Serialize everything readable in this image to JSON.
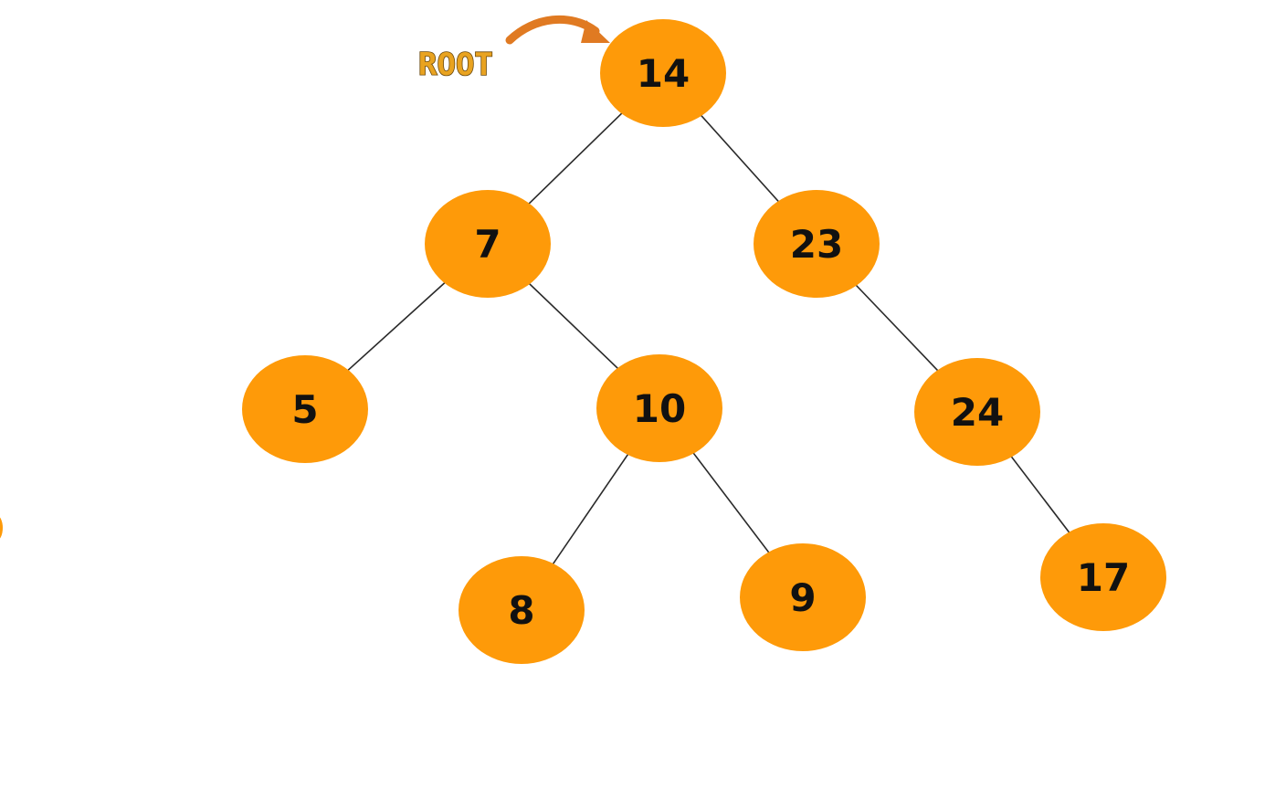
{
  "root_label": "ROOT",
  "colors": {
    "node_fill": "#fe9a09",
    "edge": "#2a2a2a",
    "arrow": "#e07a22",
    "label_text": "#111111",
    "root_label_fill": "#e9a320"
  },
  "tree": {
    "nodes": [
      {
        "id": "n14",
        "label": "14"
      },
      {
        "id": "n7",
        "label": "7"
      },
      {
        "id": "n23",
        "label": "23"
      },
      {
        "id": "n5",
        "label": "5"
      },
      {
        "id": "n10",
        "label": "10"
      },
      {
        "id": "n24",
        "label": "24"
      },
      {
        "id": "n8",
        "label": "8"
      },
      {
        "id": "n9",
        "label": "9"
      },
      {
        "id": "n17",
        "label": "17"
      }
    ],
    "edges": [
      {
        "from": "n14",
        "to": "n7"
      },
      {
        "from": "n14",
        "to": "n23"
      },
      {
        "from": "n7",
        "to": "n5"
      },
      {
        "from": "n7",
        "to": "n10"
      },
      {
        "from": "n23",
        "to": "n24"
      },
      {
        "from": "n10",
        "to": "n8"
      },
      {
        "from": "n10",
        "to": "n9"
      },
      {
        "from": "n24",
        "to": "n17"
      }
    ]
  }
}
